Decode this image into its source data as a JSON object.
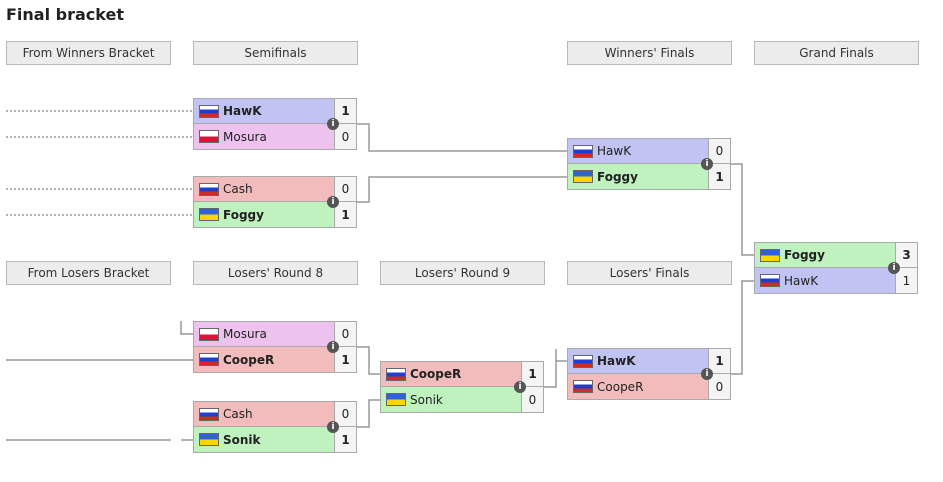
{
  "page": {
    "title": "Final bracket"
  },
  "colors": {
    "hawk": "#c1c4f2",
    "mosura": "#eec2ee",
    "cash": "#f2bcbc",
    "cooper": "#f2bcbc",
    "foggy": "#bff2bf",
    "sonik": "#bff2bf"
  },
  "headers": {
    "winners_from": "From Winners Bracket",
    "semifinals": "Semifinals",
    "winners_finals": "Winners' Finals",
    "grand_finals": "Grand Finals",
    "losers_from": "From Losers Bracket",
    "losers_r8": "Losers' Round 8",
    "losers_r9": "Losers' Round 9",
    "losers_finals": "Losers' Finals"
  },
  "matches": {
    "sf1": {
      "top": {
        "name": "HawK",
        "flag": "ru-flag",
        "score": "1"
      },
      "bottom": {
        "name": "Mosura",
        "flag": "pl-flag",
        "score": "0"
      }
    },
    "sf2": {
      "top": {
        "name": "Cash",
        "flag": "ru-flag",
        "score": "0"
      },
      "bottom": {
        "name": "Foggy",
        "flag": "ua-flag",
        "score": "1"
      }
    },
    "wf": {
      "top": {
        "name": "HawK",
        "flag": "ru-flag",
        "score": "0"
      },
      "bottom": {
        "name": "Foggy",
        "flag": "ua-flag",
        "score": "1"
      }
    },
    "gf": {
      "top": {
        "name": "Foggy",
        "flag": "ua-flag",
        "score": "3"
      },
      "bottom": {
        "name": "HawK",
        "flag": "ru-flag",
        "score": "1"
      }
    },
    "lr8a": {
      "top": {
        "name": "Mosura",
        "flag": "pl-flag",
        "score": "0"
      },
      "bottom": {
        "name": "CoopeR",
        "flag": "ru-flag",
        "score": "1"
      }
    },
    "lr8b": {
      "top": {
        "name": "Cash",
        "flag": "ru-flag",
        "score": "0"
      },
      "bottom": {
        "name": "Sonik",
        "flag": "ua-flag",
        "score": "1"
      }
    },
    "lr9": {
      "top": {
        "name": "CoopeR",
        "flag": "ru-flag",
        "score": "1"
      },
      "bottom": {
        "name": "Sonik",
        "flag": "ua-flag",
        "score": "0"
      }
    },
    "lf": {
      "top": {
        "name": "HawK",
        "flag": "ru-flag",
        "score": "1"
      },
      "bottom": {
        "name": "CoopeR",
        "flag": "ru-flag",
        "score": "0"
      }
    }
  },
  "info_glyph": "i"
}
